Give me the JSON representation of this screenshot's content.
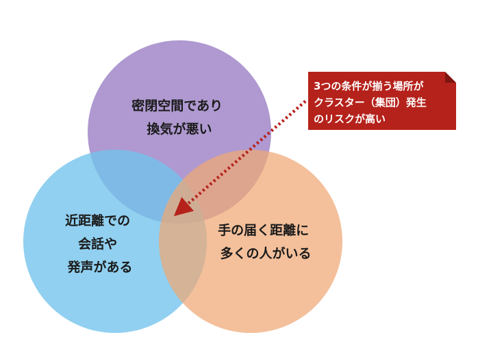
{
  "diagram": {
    "circles": {
      "top": {
        "lines": [
          "密閉空間であり",
          "換気が悪い"
        ],
        "color": "#9b7fc4"
      },
      "left": {
        "lines": [
          "近距離での",
          "会話や",
          "発声がある"
        ],
        "color": "#72c3ec"
      },
      "right": {
        "lines": [
          "手の届く距離に",
          "多くの人がいる"
        ],
        "color": "#eea774"
      }
    },
    "callout": {
      "lines": [
        "3つの条件が揃う場所が",
        "クラスター（集団）発生",
        "のリスクが高い"
      ],
      "color": "#b5221b",
      "arrow_color": "#b5221b"
    }
  }
}
